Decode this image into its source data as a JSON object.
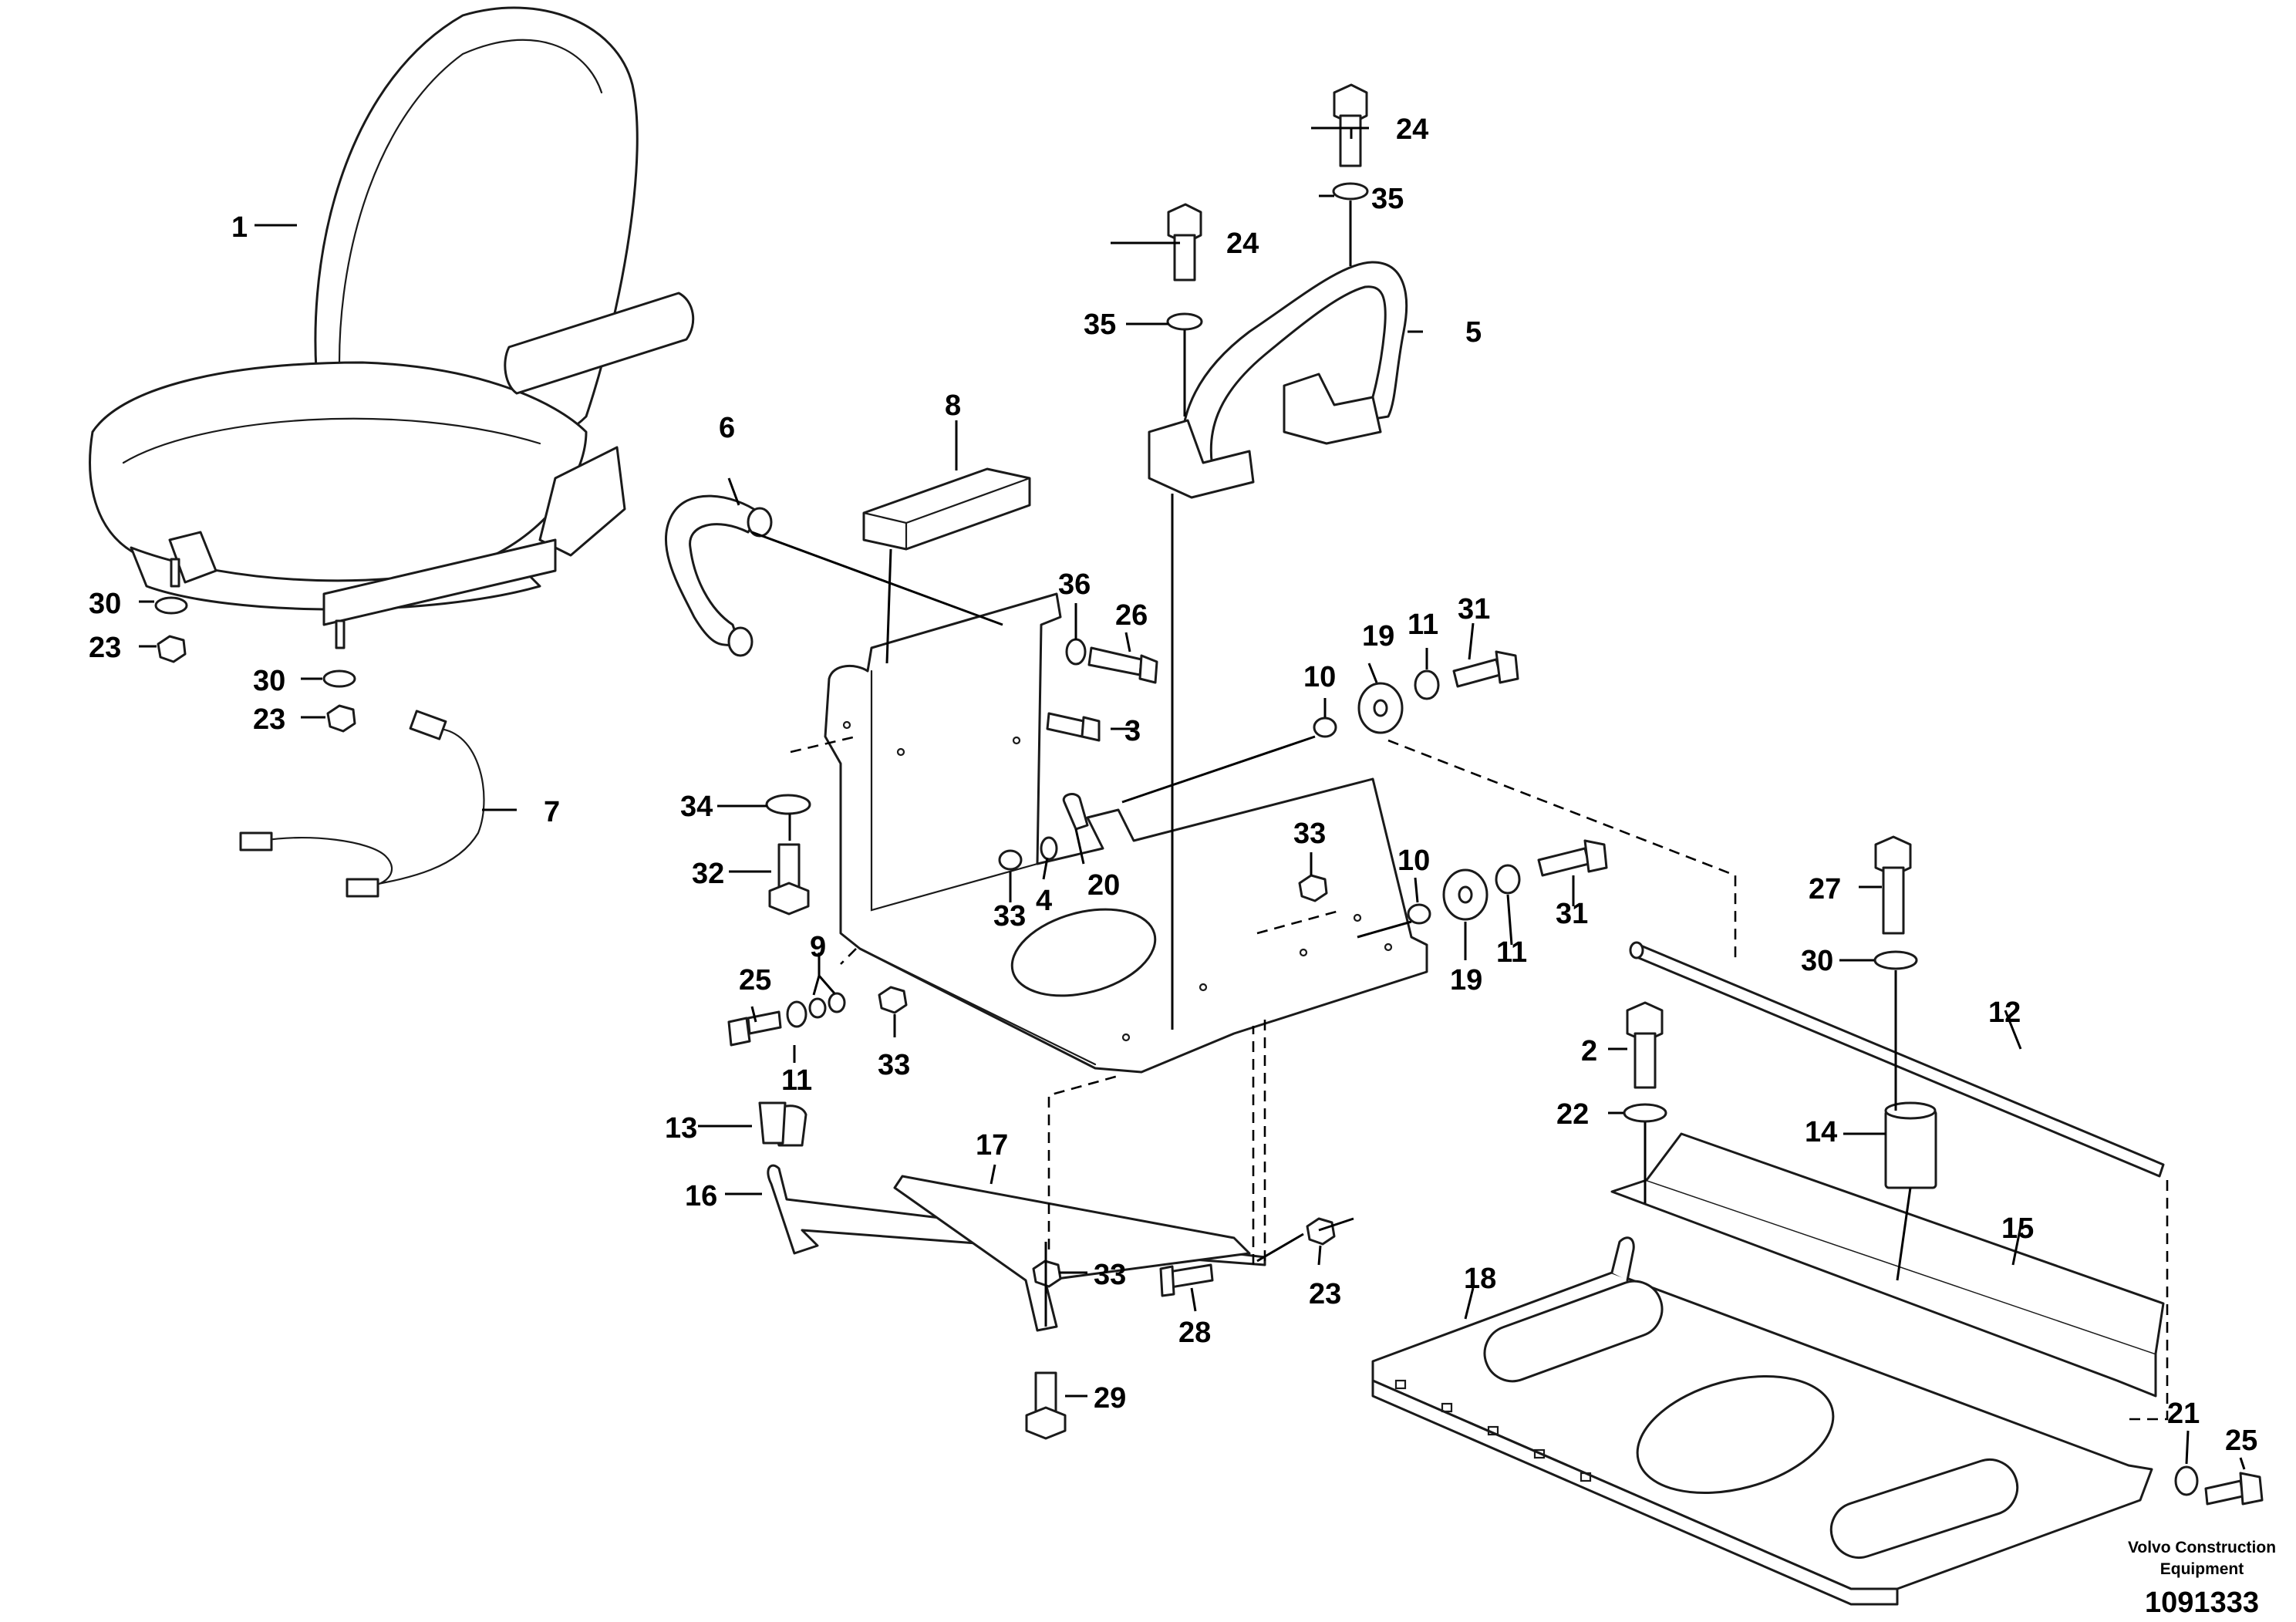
{
  "labels": {
    "p1": "1",
    "p2": "2",
    "p3": "3",
    "p4": "4",
    "p5": "5",
    "p6": "6",
    "p7": "7",
    "p8": "8",
    "p9": "9",
    "p10a": "10",
    "p10b": "10",
    "p11a": "11",
    "p11b": "11",
    "p11c": "11",
    "p12": "12",
    "p13": "13",
    "p14": "14",
    "p15": "15",
    "p16": "16",
    "p17": "17",
    "p18": "18",
    "p19a": "19",
    "p19b": "19",
    "p20": "20",
    "p21": "21",
    "p22": "22",
    "p23a": "23",
    "p23b": "23",
    "p23c": "23",
    "p24a": "24",
    "p24b": "24",
    "p25a": "25",
    "p25b": "25",
    "p26": "26",
    "p27": "27",
    "p28": "28",
    "p29": "29",
    "p30a": "30",
    "p30b": "30",
    "p30c": "30",
    "p31a": "31",
    "p31b": "31",
    "p32": "32",
    "p33a": "33",
    "p33b": "33",
    "p33c": "33",
    "p33d": "33",
    "p34": "34",
    "p35a": "35",
    "p35b": "35",
    "p36": "36"
  },
  "footer": {
    "credit_line1": "Volvo Construction",
    "credit_line2": "Equipment",
    "document_number": "1091333"
  }
}
